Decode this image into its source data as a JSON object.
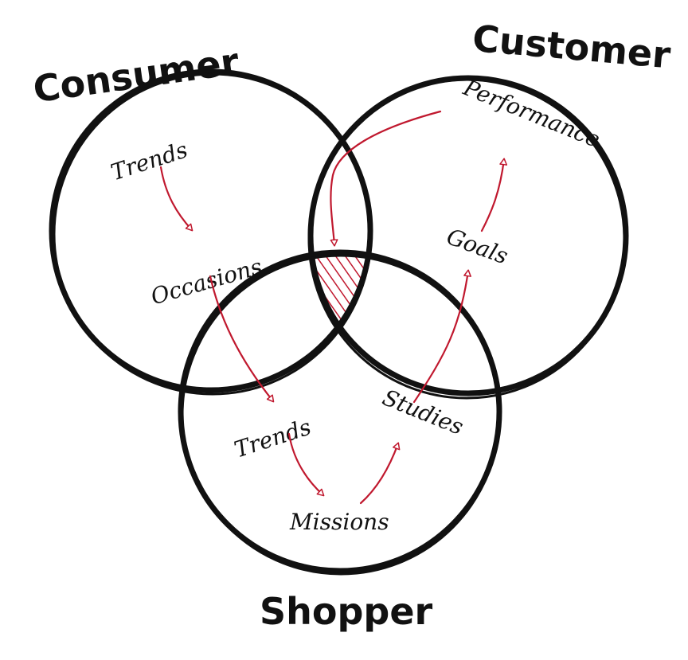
{
  "sets": {
    "consumer": {
      "title": "Consumer"
    },
    "customer": {
      "title": "Customer"
    },
    "shopper": {
      "title": "Shopper"
    }
  },
  "nodes": {
    "consumer_trends": "Trends",
    "occasions": "Occasions",
    "shopper_trends": "Trends",
    "missions": "Missions",
    "studies": "Studies",
    "goals": "Goals",
    "performance": "Performance"
  },
  "colors": {
    "ink": "#111111",
    "accent": "#c0182e",
    "background": "#ffffff"
  }
}
